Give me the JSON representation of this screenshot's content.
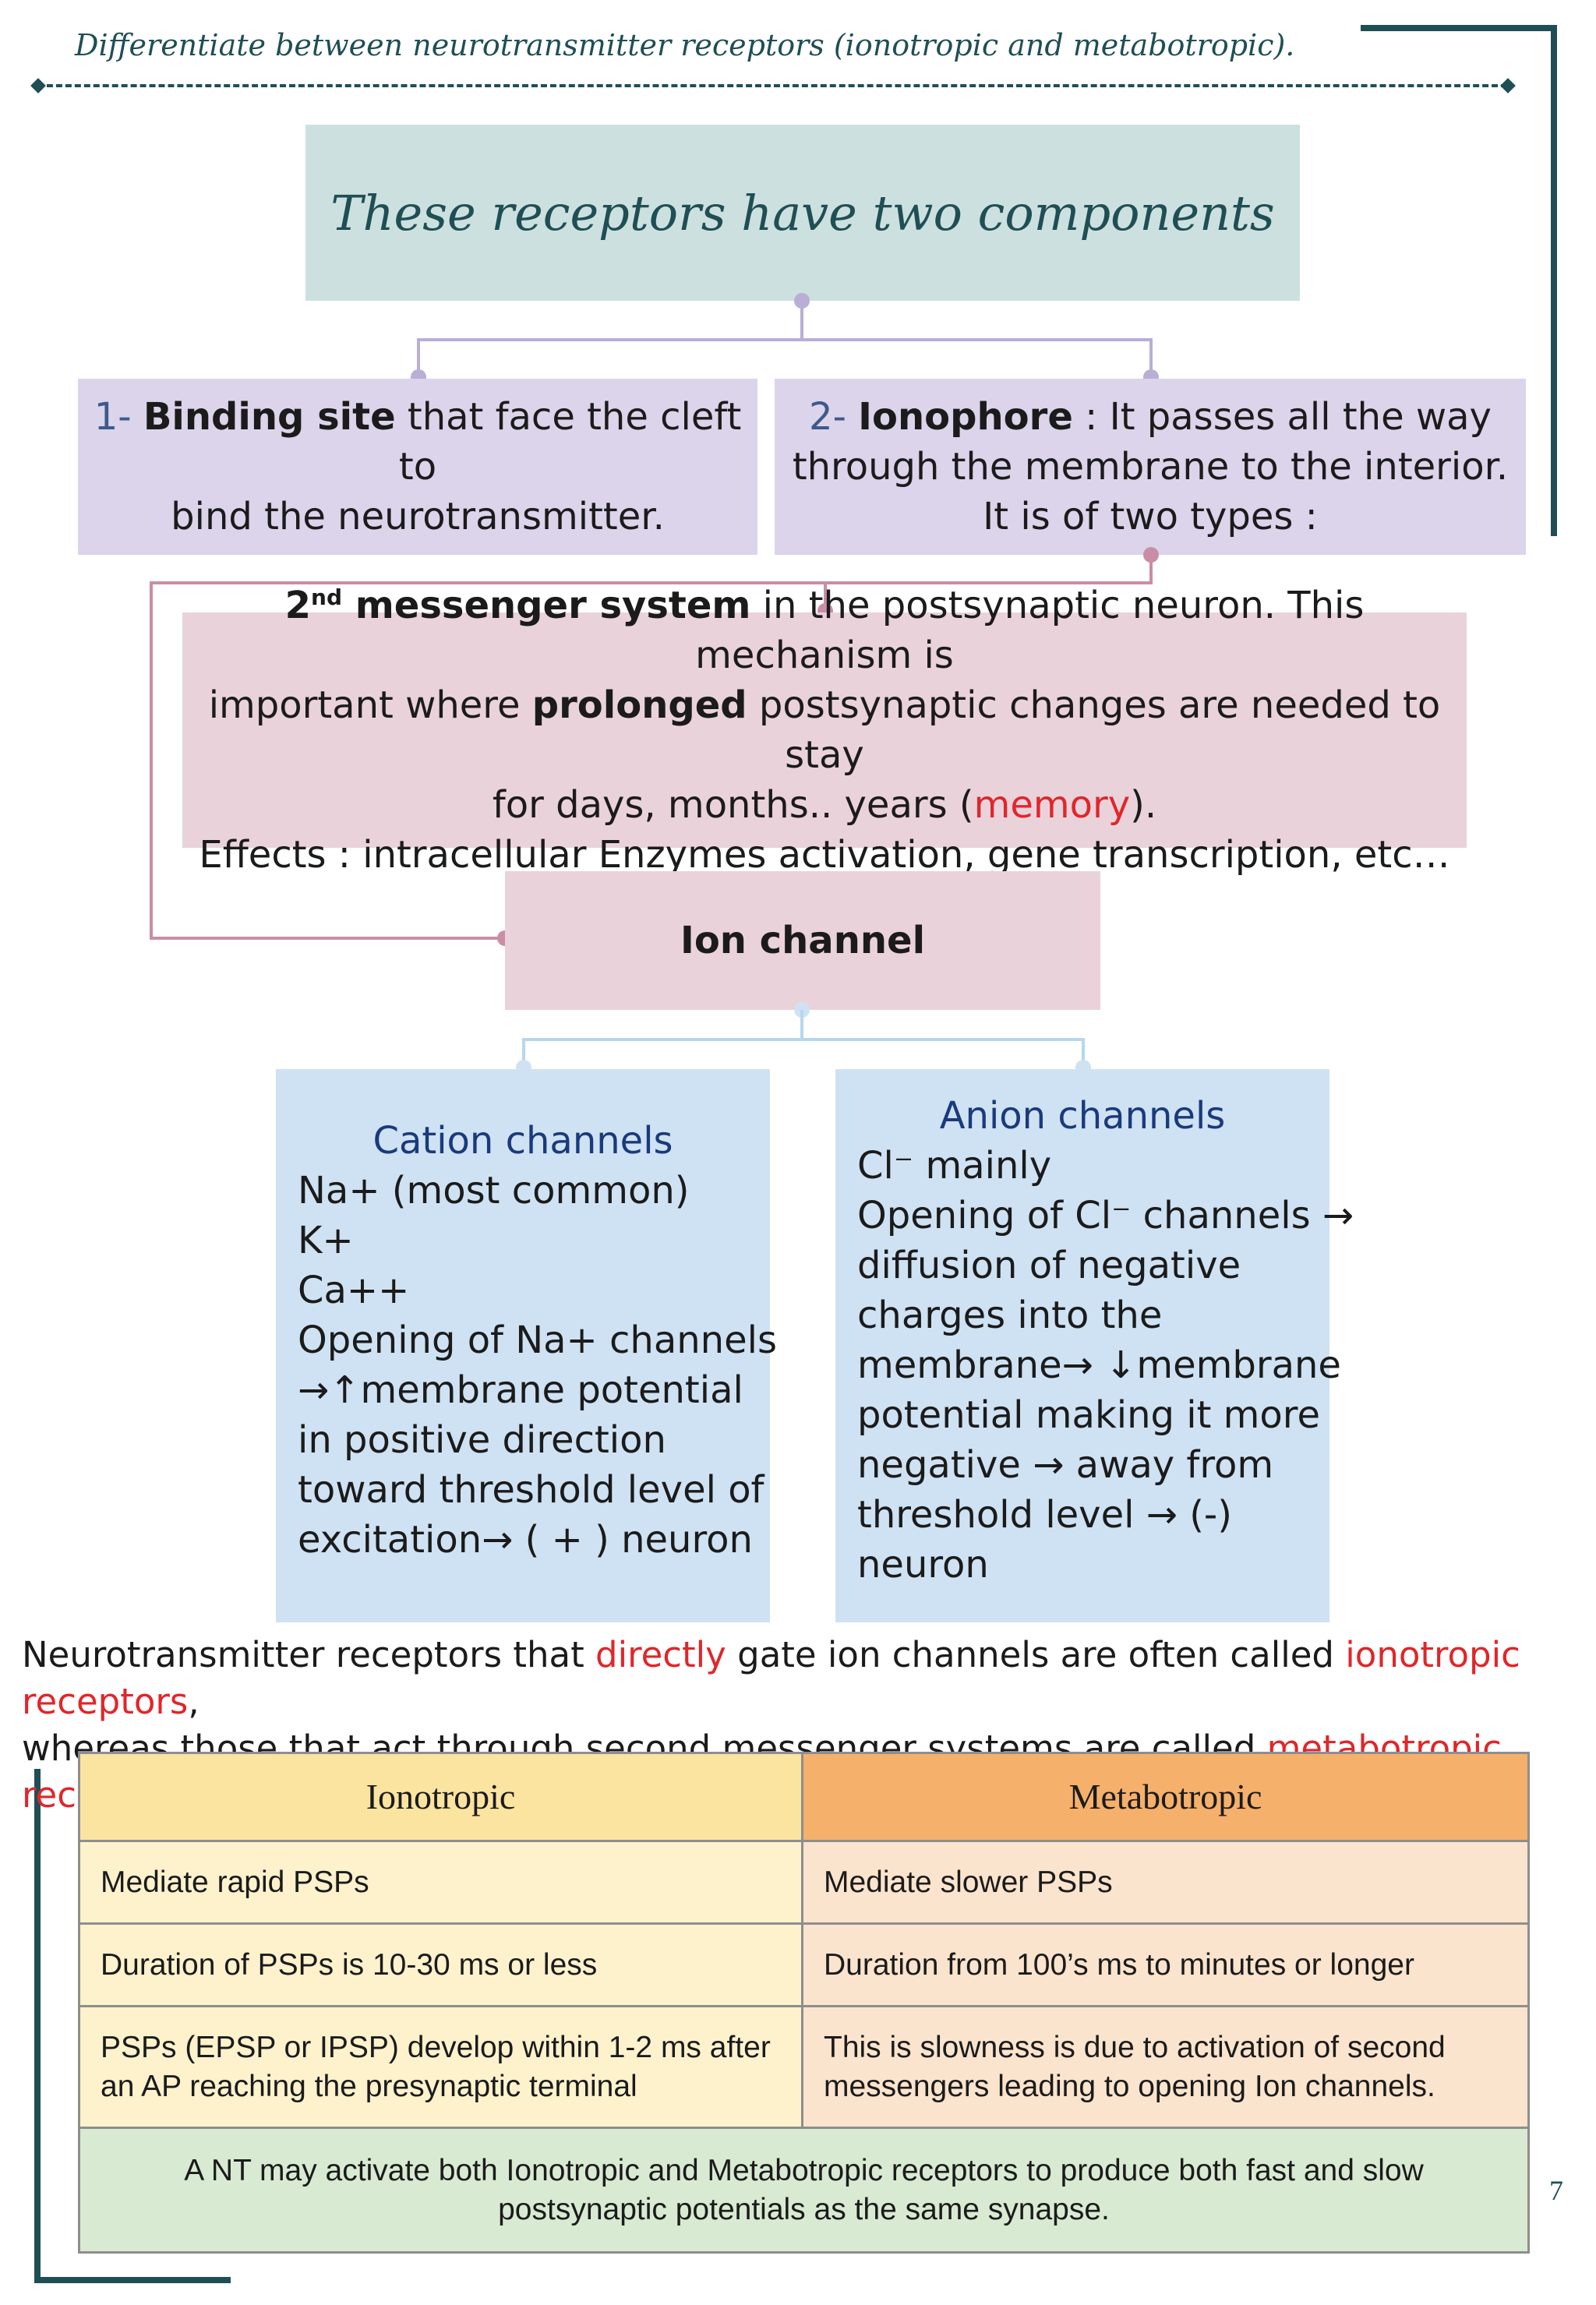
{
  "header": {
    "title": "Differentiate between neurotransmitter receptors (ionotropic and metabotropic)."
  },
  "top_box": "These receptors have two components",
  "binding_site": {
    "number": "1-",
    "bold": "Binding site",
    "text1": " that face the cleft to",
    "text2": "bind the neurotransmitter."
  },
  "ionophore": {
    "number": "2-",
    "bold": "Ionophore",
    "text1": " : It passes all the way",
    "text2": "through the membrane to the interior.",
    "text3": "It is of two types :"
  },
  "second_messenger": {
    "sup_base": "2",
    "sup": "nd",
    "bold1": " messenger system",
    "line1_rest": " in the postsynaptic neuron.  This mechanism is",
    "line2_pre": "important where ",
    "bold2": "prolonged",
    "line2_rest": " postsynaptic changes are needed to stay",
    "line3_pre": "for days, months.. years (",
    "memory": "memory",
    "line3_post": ").",
    "line4": "Effects : intracellular Enzymes activation, gene transcription, etc…"
  },
  "ion_channel": "Ion channel",
  "cation": {
    "title": "Cation channels",
    "lines": [
      "Na+ (most common)",
      "K+",
      "Ca++",
      "Opening of Na+ channels",
      "→↑membrane potential",
      "in positive direction",
      "toward threshold level of",
      "excitation→ ( + ) neuron"
    ]
  },
  "anion": {
    "title": "Anion channels",
    "lines": [
      "Cl⁻ mainly",
      "Opening of Cl⁻ channels →",
      "diffusion of negative",
      "charges into the",
      "membrane→ ↓membrane",
      "potential making it more",
      "negative →  away from",
      "threshold level → (-)",
      "neuron"
    ]
  },
  "paragraph": {
    "p1": "Neurotransmitter receptors that ",
    "r1": "directly",
    "p2": " gate ion channels are often called ",
    "r2": "ionotropic receptors",
    "p3": ",",
    "p4": "whereas those that act through second messenger systems are called ",
    "r3": "metabotropic receptors."
  },
  "table": {
    "headers": [
      "Ionotropic",
      "Metabotropic"
    ],
    "rows": [
      [
        "Mediate rapid PSPs",
        "Mediate slower PSPs"
      ],
      [
        "Duration of PSPs is 10-30 ms or less",
        "Duration from 100’s ms to minutes or longer"
      ],
      [
        "PSPs (EPSP or IPSP) develop within 1-2 ms after an AP reaching the presynaptic terminal",
        "This is slowness is due to activation of second messengers leading to opening Ion channels."
      ]
    ],
    "footer": "A NT may activate both Ionotropic and Metabotropic receptors to produce both fast and slow postsynaptic potentials as the same synapse."
  },
  "page_number": "7",
  "colors": {
    "frame": "#1f4f55",
    "connector_purple": "#b9aed6",
    "connector_pink": "#c98ea6",
    "connector_blue": "#b8d6ee",
    "red": "#e0262a"
  }
}
